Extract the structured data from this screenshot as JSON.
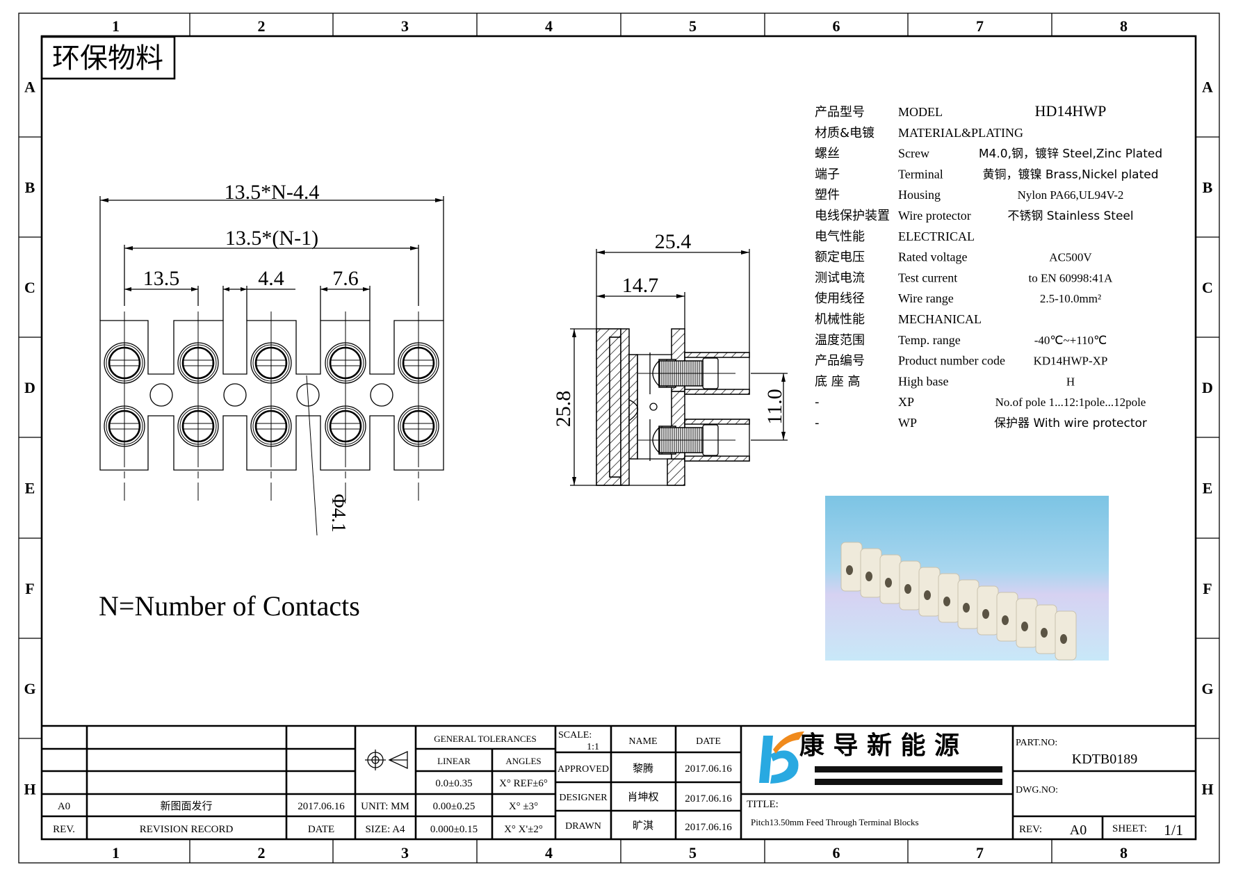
{
  "frame": {
    "columns": [
      "1",
      "2",
      "3",
      "4",
      "5",
      "6",
      "7",
      "8"
    ],
    "rows": [
      "A",
      "B",
      "C",
      "D",
      "E",
      "F",
      "G",
      "H"
    ]
  },
  "stamp": "环保物料",
  "front_view": {
    "dim_overall": "13.5*N-4.4",
    "dim_pitch_span": "13.5*(N-1)",
    "dim_pitch": "13.5",
    "dim_gap": "4.4",
    "dim_block": "7.6",
    "dim_hole": "Φ4.1",
    "poles_shown": 5
  },
  "side_view": {
    "dim_depth": "25.4",
    "dim_base": "14.7",
    "dim_height": "25.8",
    "dim_spacing": "11.0"
  },
  "note": "N=Number of Contacts",
  "specs": [
    {
      "cn": "产品型号",
      "en": "MODEL",
      "value": "HD14HWP"
    },
    {
      "cn": "材质&电镀",
      "en": "MATERIAL&PLATING",
      "value": ""
    },
    {
      "cn": "螺丝",
      "en": "Screw",
      "value": "M4.0,钢，镀锌 Steel,Zinc Plated"
    },
    {
      "cn": "端子",
      "en": "Terminal",
      "value": "黄铜，镀镍 Brass,Nickel plated"
    },
    {
      "cn": "塑件",
      "en": "Housing",
      "value": "Nylon PA66,UL94V-2"
    },
    {
      "cn": "电线保护装置",
      "en": "Wire protector",
      "value": "不锈钢 Stainless Steel"
    },
    {
      "cn": "电气性能",
      "en": "ELECTRICAL",
      "value": ""
    },
    {
      "cn": "额定电压",
      "en": "Rated voltage",
      "value": "AC500V"
    },
    {
      "cn": "测试电流",
      "en": "Test current",
      "value": "to EN 60998:41A"
    },
    {
      "cn": "使用线径",
      "en": "Wire range",
      "value": "2.5-10.0mm²"
    },
    {
      "cn": "机械性能",
      "en": "MECHANICAL",
      "value": ""
    },
    {
      "cn": "温度范围",
      "en": "Temp. range",
      "value": "-40℃~+110℃"
    },
    {
      "cn": "产品编号",
      "en": "Product number code",
      "value": "KD14HWP-XP"
    },
    {
      "cn": "底 座 高",
      "en": "High base",
      "value": "H"
    },
    {
      "cn": "-",
      "en": "XP",
      "value": "No.of pole 1...12:1pole...12pole"
    },
    {
      "cn": "-",
      "en": "WP",
      "value": "保护器 With wire protector"
    }
  ],
  "title_block": {
    "revision": {
      "rev": "A0",
      "record": "新图面发行",
      "date": "2017.06.16"
    },
    "rev_header": "REV.",
    "record_header": "REVISION RECORD",
    "date_header": "DATE",
    "unit": "UNIT: MM",
    "size": "SIZE: A4",
    "general_tolerances": "GENERAL TOLERANCES",
    "linear": "LINEAR",
    "angles": "ANGLES",
    "tol_rows": [
      {
        "linear": "0.0±0.35",
        "angle": "X° REF±6°"
      },
      {
        "linear": "0.00±0.25",
        "angle": "X° ±3°"
      },
      {
        "linear": "0.000±0.15",
        "angle": "X° X'±2°"
      }
    ],
    "scale_label": "SCALE:",
    "scale": "1:1",
    "name_header": "NAME",
    "date_col_header": "DATE",
    "signoffs": [
      {
        "role": "APPROVED",
        "name": "黎腾",
        "date": "2017.06.16"
      },
      {
        "role": "DESIGNER",
        "name": "肖坤权",
        "date": "2017.06.16"
      },
      {
        "role": "DRAWN",
        "name": "旷淇",
        "date": "2017.06.16"
      }
    ],
    "company": "康 导 新 能 源",
    "title_label": "TITLE:",
    "title": "Pitch13.50mm Feed Through Terminal Blocks",
    "part_no_label": "PART.NO:",
    "part_no": "KDTB0189",
    "dwg_no_label": "DWG.NO:",
    "rev_label": "REV:",
    "rev": "A0",
    "sheet_label": "SHEET:",
    "sheet": "1/1"
  },
  "colors": {
    "logo_blue": "#29a9e1",
    "logo_orange": "#f08a1c",
    "photo_top": "#7fc6e6",
    "photo_bottom": "#cfd8f6",
    "housing": "#efeadb"
  }
}
